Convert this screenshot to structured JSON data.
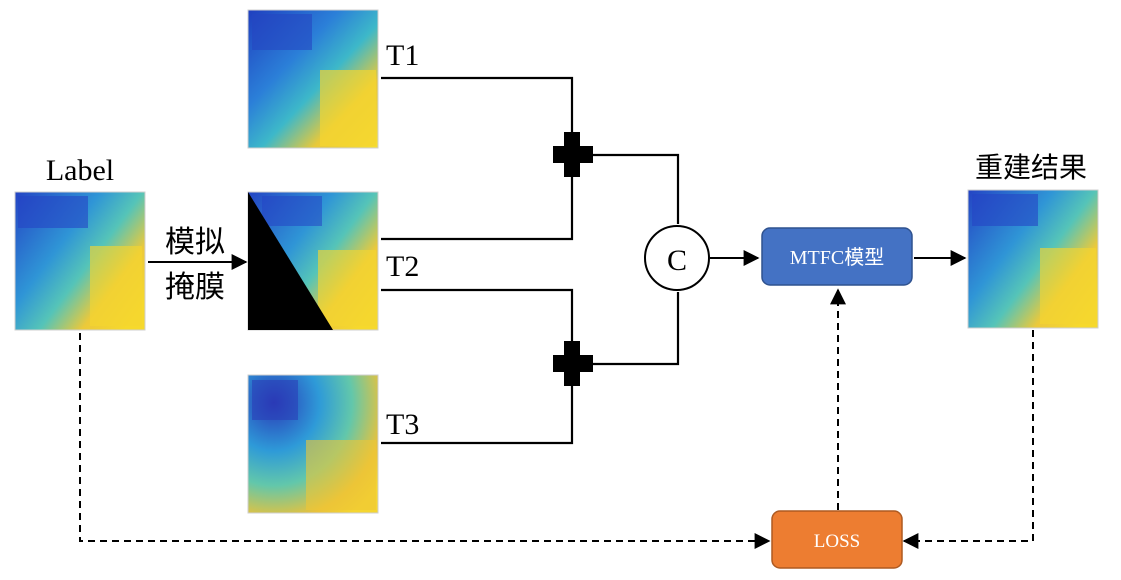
{
  "diagram": {
    "labels": {
      "label_caption": "Label",
      "mask_line1": "模拟",
      "mask_line2": "掩膜",
      "t1": "T1",
      "t2": "T2",
      "t3": "T3",
      "concat": "C",
      "model": "MTFC模型",
      "result": "重建结果",
      "loss": "LOSS"
    },
    "colors": {
      "model_fill": "#4472C4",
      "model_stroke": "#2F528F",
      "loss_fill": "#ED7D31",
      "loss_stroke": "#AE5A21",
      "line": "#000000",
      "heatmap_low": "#1f3fbf",
      "heatmap_mid": "#2fa7d6",
      "heatmap_high": "#f2d62e",
      "mask": "#000000"
    },
    "icons": {
      "plus": "plus-icon",
      "concat": "concat-circle"
    }
  }
}
